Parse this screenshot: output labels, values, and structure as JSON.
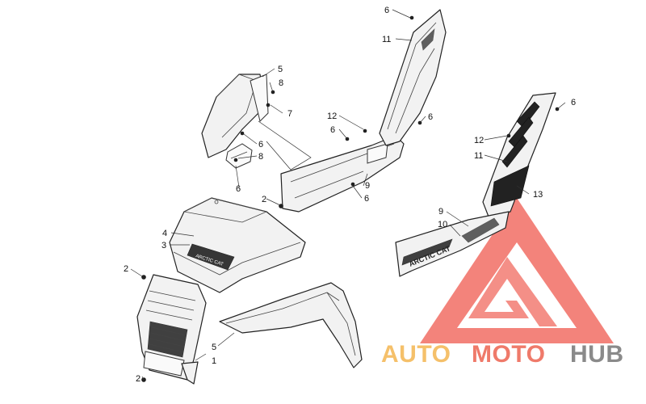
{
  "diagram": {
    "callouts": [
      {
        "id": "c1",
        "label": "1"
      },
      {
        "id": "c2a",
        "label": "2"
      },
      {
        "id": "c2b",
        "label": "2"
      },
      {
        "id": "c2c",
        "label": "2"
      },
      {
        "id": "c3",
        "label": "3"
      },
      {
        "id": "c4",
        "label": "4"
      },
      {
        "id": "c5a",
        "label": "5"
      },
      {
        "id": "c5b",
        "label": "5"
      },
      {
        "id": "c6a",
        "label": "6"
      },
      {
        "id": "c6b",
        "label": "6"
      },
      {
        "id": "c6c",
        "label": "6"
      },
      {
        "id": "c6d",
        "label": "6"
      },
      {
        "id": "c6e",
        "label": "6"
      },
      {
        "id": "c6f",
        "label": "6"
      },
      {
        "id": "c6g",
        "label": "6"
      },
      {
        "id": "c7",
        "label": "7"
      },
      {
        "id": "c8a",
        "label": "8"
      },
      {
        "id": "c8b",
        "label": "8"
      },
      {
        "id": "c9a",
        "label": "9"
      },
      {
        "id": "c9b",
        "label": "9"
      },
      {
        "id": "c10",
        "label": "10"
      },
      {
        "id": "c11a",
        "label": "11"
      },
      {
        "id": "c11b",
        "label": "11"
      },
      {
        "id": "c12a",
        "label": "12"
      },
      {
        "id": "c12b",
        "label": "12"
      },
      {
        "id": "c13",
        "label": "13"
      }
    ]
  },
  "watermark": {
    "word_auto": "AUTO",
    "word_moto": "MOTO",
    "word_hub": "HUB",
    "color_auto": "#f5c06a",
    "color_moto": "#ef7a6a",
    "color_hub": "#8a8a8a",
    "logo_color": "#ef5a4f"
  },
  "decals": {
    "hood_decal": "ARCTIC CAT",
    "side_decal": "ARCTIC CAT"
  }
}
